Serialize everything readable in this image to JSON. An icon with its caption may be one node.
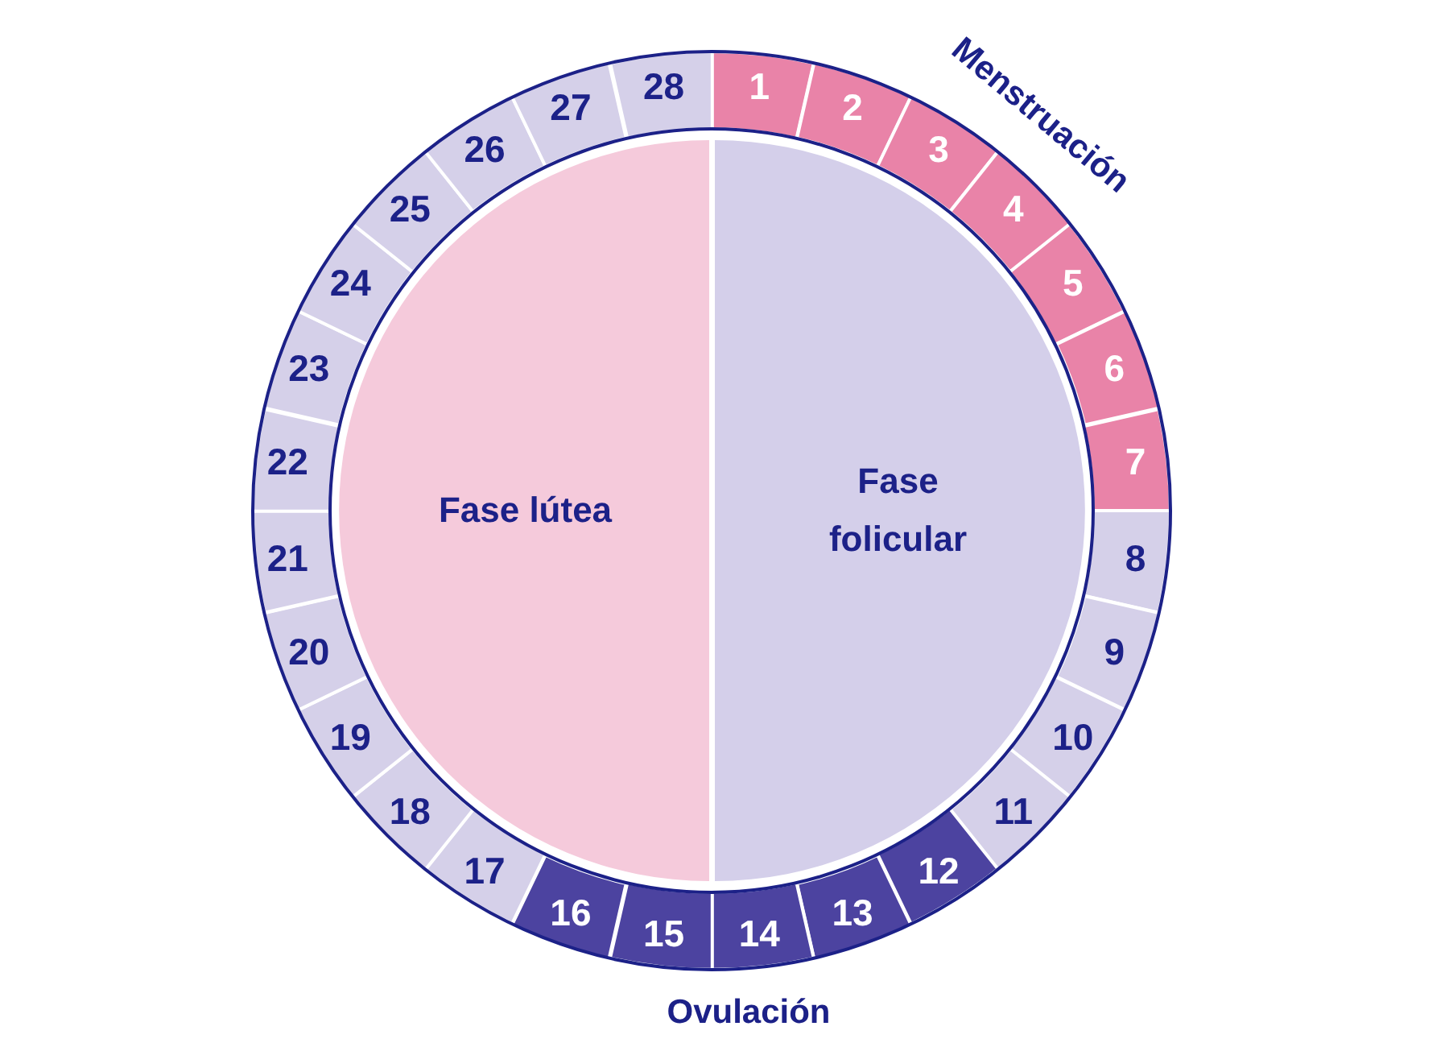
{
  "diagram": {
    "nodes": [
      {
        "text": [
          "1"
        ]
      },
      {
        "text": [
          "2"
        ]
      },
      {
        "text": [
          "3"
        ]
      },
      {
        "text": [
          "4"
        ]
      },
      {
        "text": [
          "5"
        ]
      },
      {
        "text": [
          "6"
        ]
      },
      {
        "text": [
          "7"
        ]
      },
      {
        "text": [
          "8"
        ]
      },
      {
        "text": [
          "9"
        ]
      },
      {
        "text": [
          "10"
        ]
      },
      {
        "text": [
          "11"
        ]
      },
      {
        "text": [
          "12"
        ]
      },
      {
        "text": [
          "13"
        ]
      },
      {
        "text": [
          "14"
        ]
      },
      {
        "text": [
          "15"
        ]
      },
      {
        "text": [
          "16"
        ]
      },
      {
        "text": [
          "17"
        ]
      },
      {
        "text": [
          "18"
        ]
      },
      {
        "text": [
          "19"
        ]
      },
      {
        "text": [
          "20"
        ]
      },
      {
        "text": [
          "21"
        ]
      },
      {
        "text": [
          "22"
        ]
      },
      {
        "text": [
          "23"
        ]
      },
      {
        "text": [
          "24"
        ]
      },
      {
        "text": [
          "25"
        ]
      },
      {
        "text": [
          "26"
        ]
      },
      {
        "text": [
          "27"
        ]
      },
      {
        "text": [
          "28"
        ]
      },
      {
        "text": [
          "Fase lútea"
        ]
      },
      {
        "text": [
          "Fase folicular"
        ]
      }
    ],
    "labels": [
      "Menstruación",
      "Ovulación"
    ]
  }
}
